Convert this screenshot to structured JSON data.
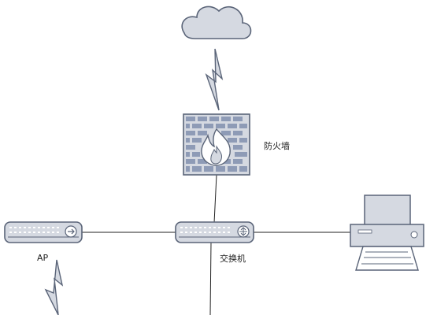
{
  "labels": {
    "firewall": "防火墙",
    "ap": "AP",
    "switch": "交换机"
  },
  "nodes": [
    {
      "id": "cloud",
      "icon": "cloud-icon"
    },
    {
      "id": "firewall",
      "icon": "firewall-icon"
    },
    {
      "id": "ap",
      "icon": "access-point-icon"
    },
    {
      "id": "switch",
      "icon": "switch-icon"
    },
    {
      "id": "printer",
      "icon": "printer-icon"
    }
  ],
  "links": [
    {
      "from": "cloud",
      "to": "firewall",
      "kind": "wireless"
    },
    {
      "from": "firewall",
      "to": "switch",
      "kind": "wired"
    },
    {
      "from": "ap",
      "to": "switch",
      "kind": "wired"
    },
    {
      "from": "switch",
      "to": "printer",
      "kind": "wired"
    },
    {
      "from": "switch",
      "to": "offscreen",
      "kind": "wired"
    },
    {
      "from": "ap",
      "to": "offscreen",
      "kind": "wireless"
    }
  ],
  "colors": {
    "fill": "#d5d9e1",
    "stroke": "#5a6478",
    "brick": "#8e9bb6",
    "line": "#222222"
  }
}
